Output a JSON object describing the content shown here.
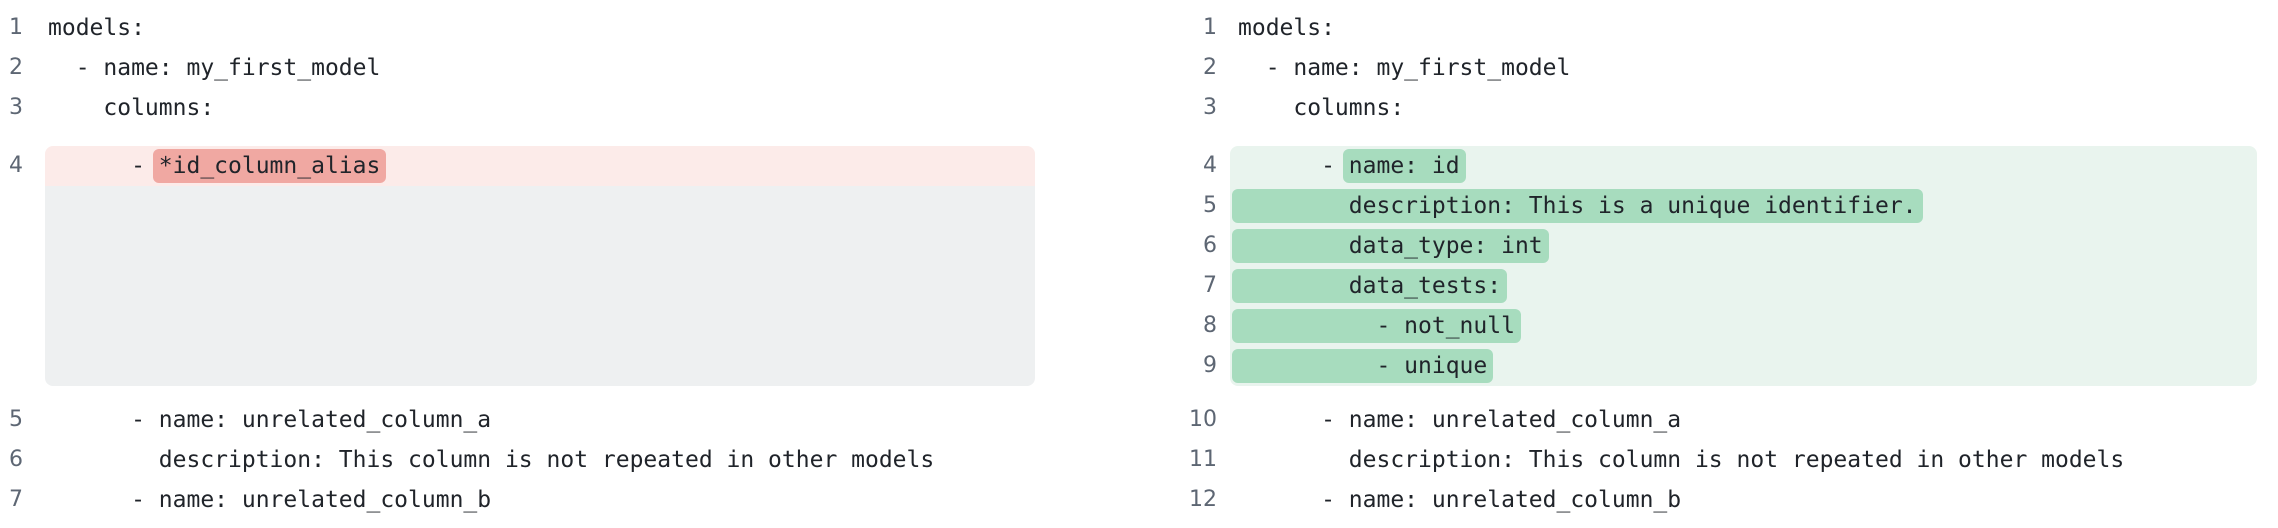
{
  "colors": {
    "removed_line_bg": "#fcebe9",
    "removed_token_bg": "#f0a8a2",
    "added_line_bg": "#e9f4ee",
    "added_token_bg": "#a7dcbe",
    "collapsed_block_bg": "#eef0f1",
    "code_text": "#20242a",
    "line_number_text": "#5d6673"
  },
  "diff": {
    "old_pane": {
      "lines": [
        {
          "num": "1",
          "change": "context",
          "segments": [
            {
              "t": "models:"
            }
          ]
        },
        {
          "num": "2",
          "change": "context",
          "segments": [
            {
              "t": "  - name: my_first_model"
            }
          ]
        },
        {
          "num": "3",
          "change": "context",
          "segments": [
            {
              "t": "    columns:"
            }
          ]
        },
        {
          "num": "4",
          "change": "removed",
          "group": "start",
          "segments": [
            {
              "t": "      - "
            },
            {
              "t": "*id_column_alias",
              "hl": true
            }
          ]
        },
        {
          "spacer": true,
          "group": "end",
          "height_lines": 5
        },
        {
          "num": "5",
          "change": "context",
          "segments": [
            {
              "t": "      - name: unrelated_column_a"
            }
          ]
        },
        {
          "num": "6",
          "change": "context",
          "segments": [
            {
              "t": "        description: This column is not repeated in other models"
            }
          ]
        },
        {
          "num": "7",
          "change": "context",
          "segments": [
            {
              "t": "      - name: unrelated_column_b"
            }
          ]
        }
      ]
    },
    "new_pane": {
      "lines": [
        {
          "num": "1",
          "change": "context",
          "segments": [
            {
              "t": "models:"
            }
          ]
        },
        {
          "num": "2",
          "change": "context",
          "segments": [
            {
              "t": "  - name: my_first_model"
            }
          ]
        },
        {
          "num": "3",
          "change": "context",
          "segments": [
            {
              "t": "    columns:"
            }
          ]
        },
        {
          "num": "4",
          "change": "added",
          "group": "start",
          "segments": [
            {
              "t": "      - "
            },
            {
              "t": "name: id",
              "hl": true
            }
          ]
        },
        {
          "num": "5",
          "change": "added",
          "segments": [
            {
              "t": "        description: This is a unique identifier.",
              "hl": true
            }
          ]
        },
        {
          "num": "6",
          "change": "added",
          "segments": [
            {
              "t": "        data_type: int",
              "hl": true
            }
          ]
        },
        {
          "num": "7",
          "change": "added",
          "segments": [
            {
              "t": "        data_tests:",
              "hl": true
            }
          ]
        },
        {
          "num": "8",
          "change": "added",
          "segments": [
            {
              "t": "          - not_null",
              "hl": true
            }
          ]
        },
        {
          "num": "9",
          "change": "added",
          "group": "end",
          "segments": [
            {
              "t": "          - unique",
              "hl": true
            }
          ]
        },
        {
          "num": "10",
          "change": "context",
          "segments": [
            {
              "t": "      - name: unrelated_column_a"
            }
          ]
        },
        {
          "num": "11",
          "change": "context",
          "segments": [
            {
              "t": "        description: This column is not repeated in other models"
            }
          ]
        },
        {
          "num": "12",
          "change": "context",
          "segments": [
            {
              "t": "      - name: unrelated_column_b"
            }
          ]
        }
      ]
    }
  }
}
